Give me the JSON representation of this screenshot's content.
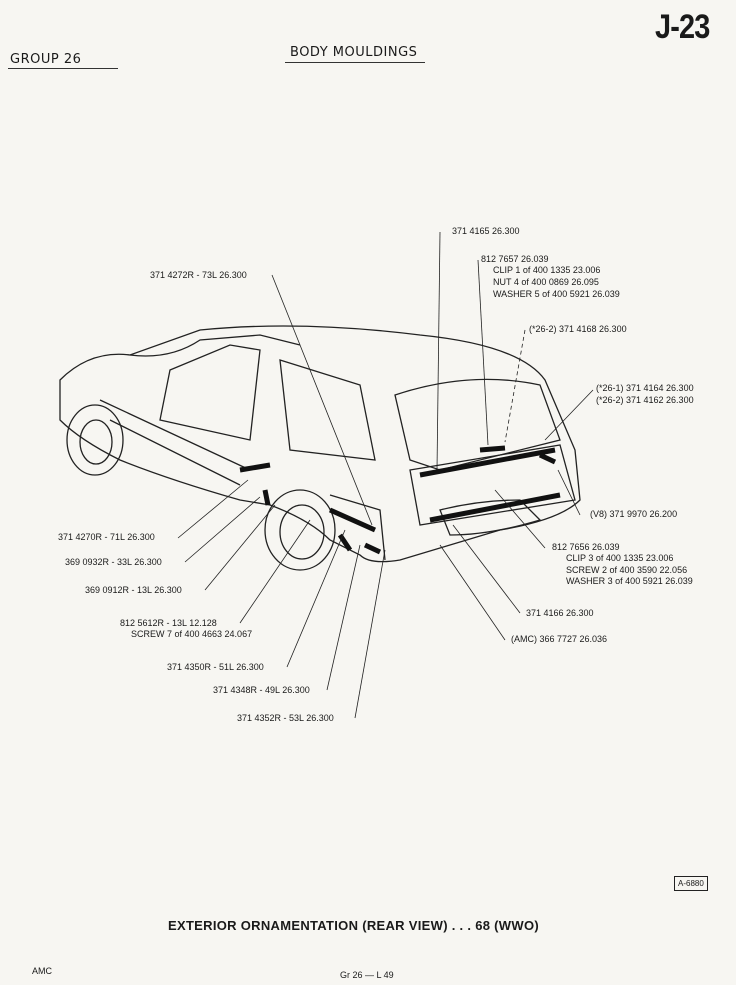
{
  "header": {
    "group": "GROUP 26",
    "section_title": "BODY MOULDINGS",
    "page_id": "J-23"
  },
  "callouts": {
    "c1": {
      "text": "371 4165  26.300"
    },
    "c2": {
      "text": "812 7657  26.039",
      "sub": [
        "CLIP  1 of  400 1335  23.006",
        "NUT  4 of  400 0869  26.095",
        "WASHER  5 of  400 5921  26.039"
      ]
    },
    "c3": {
      "text": "(*26-2)  371 4168  26.300"
    },
    "c4": {
      "text": "(*26-1)  371 4164  26.300"
    },
    "c5": {
      "text": "(*26-2)  371 4162  26.300"
    },
    "c6": {
      "text": "371 4272R - 73L  26.300"
    },
    "c7": {
      "text": "(V8)  371 9970  26.200"
    },
    "c8": {
      "text": "812 7656  26.039",
      "sub": [
        "CLIP  3 of  400 1335  23.006",
        "SCREW  2 of  400 3590  22.056",
        "WASHER  3 of  400 5921  26.039"
      ]
    },
    "c9": {
      "text": "371 4166  26.300"
    },
    "c10": {
      "text": "(AMC)  366 7727  26.036"
    },
    "c11": {
      "text": "371 4270R - 71L  26.300"
    },
    "c12": {
      "text": "369 0932R - 33L  26.300"
    },
    "c13": {
      "text": "369 0912R - 13L  26.300"
    },
    "c14": {
      "text": "812 5612R - 13L  12.128",
      "sub": [
        "SCREW  7 of  400 4663  24.067"
      ]
    },
    "c15": {
      "text": "371 4350R - 51L  26.300"
    },
    "c16": {
      "text": "371 4348R - 49L  26.300"
    },
    "c17": {
      "text": "371 4352R - 53L  26.300"
    }
  },
  "figure_number": "A-6880",
  "caption": "EXTERIOR ORNAMENTATION (REAR VIEW) . . . 68 (WWO)",
  "footer": {
    "left": "AMC",
    "center": "Gr 26  —  L 49"
  }
}
